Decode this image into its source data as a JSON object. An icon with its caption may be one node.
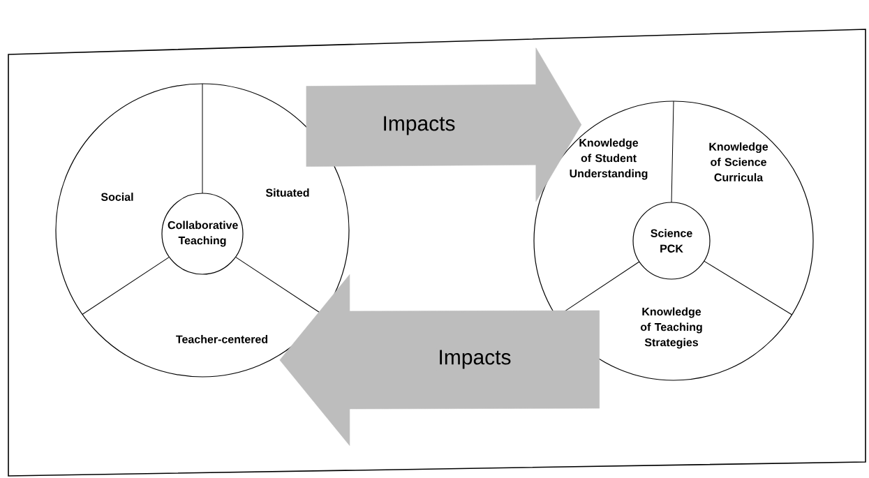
{
  "diagram": {
    "nodes": [
      {
        "text": [
          "Social",
          "Situated",
          "Teacher-centered"
        ]
      },
      {
        "text": [
          "Collaborative Teaching"
        ],
        "in": 0
      },
      {
        "text": [
          "Knowledge of Student Understanding",
          "Knowledge of Science Curricula",
          "Knowledge of Teaching Strategies"
        ]
      },
      {
        "text": [
          "Science PCK"
        ],
        "in": 2
      }
    ],
    "edges": [
      {
        "from": 0,
        "to": 2,
        "arrow": "to",
        "label": "Impacts"
      },
      {
        "from": 2,
        "to": 0,
        "arrow": "to",
        "label": "Impacts"
      }
    ]
  }
}
